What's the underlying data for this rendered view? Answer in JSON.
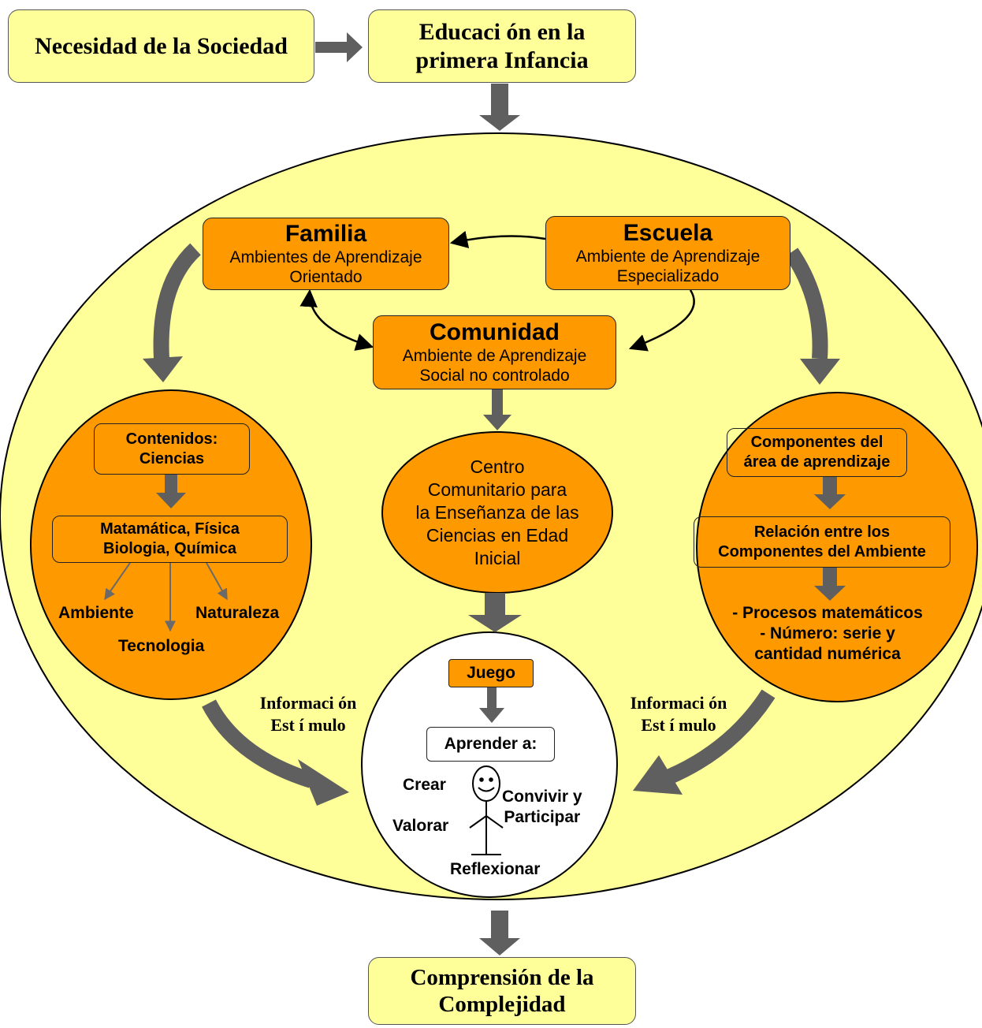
{
  "top": {
    "need": "Necesidad de la Sociedad",
    "education_line1": "Educaci ón en la",
    "education_line2": "primera Infancia"
  },
  "familia": {
    "title": "Familia",
    "line1": "Ambientes de Aprendizaje",
    "line2": "Orientado"
  },
  "escuela": {
    "title": "Escuela",
    "line1": "Ambiente de Aprendizaje",
    "line2": "Especializado"
  },
  "comunidad": {
    "title": "Comunidad",
    "line1": "Ambiente de Aprendizaje",
    "line2": "Social no controlado"
  },
  "left": {
    "contents_line1": "Contenidos:",
    "contents_line2": "Ciencias",
    "subjects_line1": "Matamática, Física",
    "subjects_line2": "Biologia, Química",
    "ambiente": "Ambiente",
    "tecnologia": "Tecnologia",
    "naturaleza": "Naturaleza"
  },
  "center": {
    "line1": "Centro",
    "line2": "Comunitario para",
    "line3": "la Enseñanza de las",
    "line4": "Ciencias en Edad",
    "line5": "Inicial"
  },
  "right": {
    "components_line1": "Componentes del",
    "components_line2": "área de aprendizaje",
    "relation_line1": "Relación entre los",
    "relation_line2": "Componentes del Ambiente",
    "proc_line1": "- Procesos matemáticos",
    "proc_line2": "- Número: serie y",
    "proc_line3": "cantidad numérica"
  },
  "info_left_line1": "Informaci ón",
  "info_left_line2": "Est í mulo",
  "info_right_line1": "Informaci ón",
  "info_right_line2": "Est í mulo",
  "bottom": {
    "juego": "Juego",
    "aprender": "Aprender a:",
    "crear": "Crear",
    "valorar": "Valorar",
    "convivir_line1": "Convivir y",
    "convivir_line2": "Participar",
    "reflexionar": "Reflexionar"
  },
  "result_line1": "Comprensión de la",
  "result_line2": "Complejidad",
  "colors": {
    "pale_yellow": "#ffff99",
    "orange": "#ff9900",
    "arrow_gray": "#5f5f5f",
    "white": "#ffffff"
  }
}
